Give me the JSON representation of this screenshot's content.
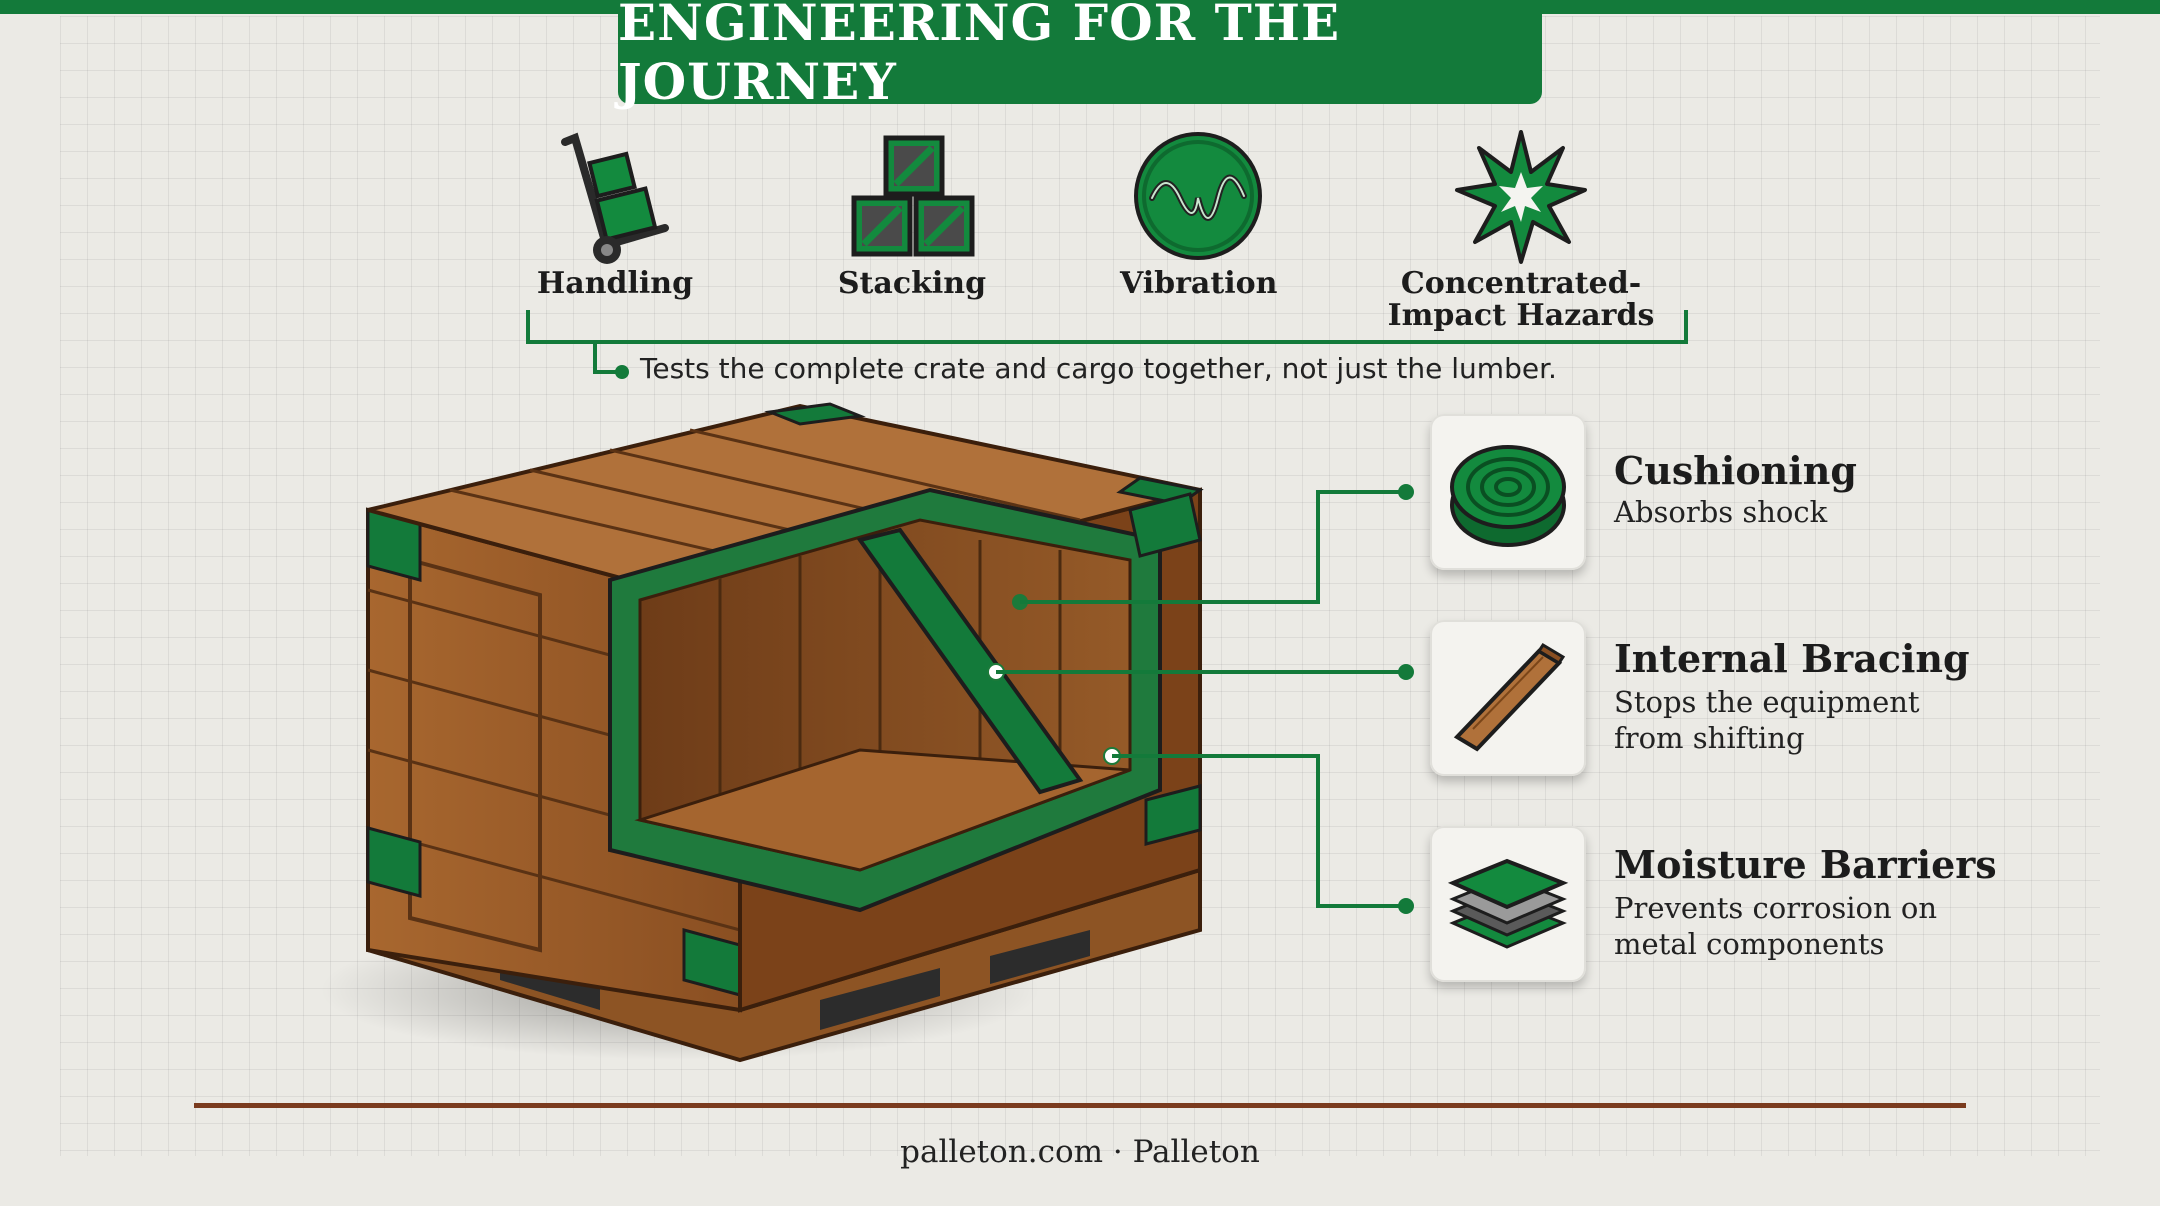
{
  "title": "ENGINEERING FOR THE JOURNEY",
  "hazards": [
    {
      "label": "Handling",
      "icon": "hand-truck-icon"
    },
    {
      "label": "Stacking",
      "icon": "stacked-boxes-icon"
    },
    {
      "label": "Vibration",
      "icon": "vibration-wave-icon"
    },
    {
      "label": "Concentrated-Impact Hazards",
      "icon": "impact-burst-icon"
    }
  ],
  "note": "Tests the complete crate and cargo together, not just the lumber.",
  "features": [
    {
      "title": "Cushioning",
      "desc": "Absorbs shock",
      "icon": "cushion-roll-icon"
    },
    {
      "title": "Internal Bracing",
      "desc": "Stops the equipment from shifting",
      "icon": "wood-brace-icon"
    },
    {
      "title": "Moisture Barriers",
      "desc": "Prevents corrosion on metal components",
      "icon": "layered-sheets-icon"
    }
  ],
  "footer": "palleton.com · Palleton",
  "colors": {
    "accent": "#137a3a",
    "wood": "#a0622d",
    "rule": "#7a3b1e"
  }
}
